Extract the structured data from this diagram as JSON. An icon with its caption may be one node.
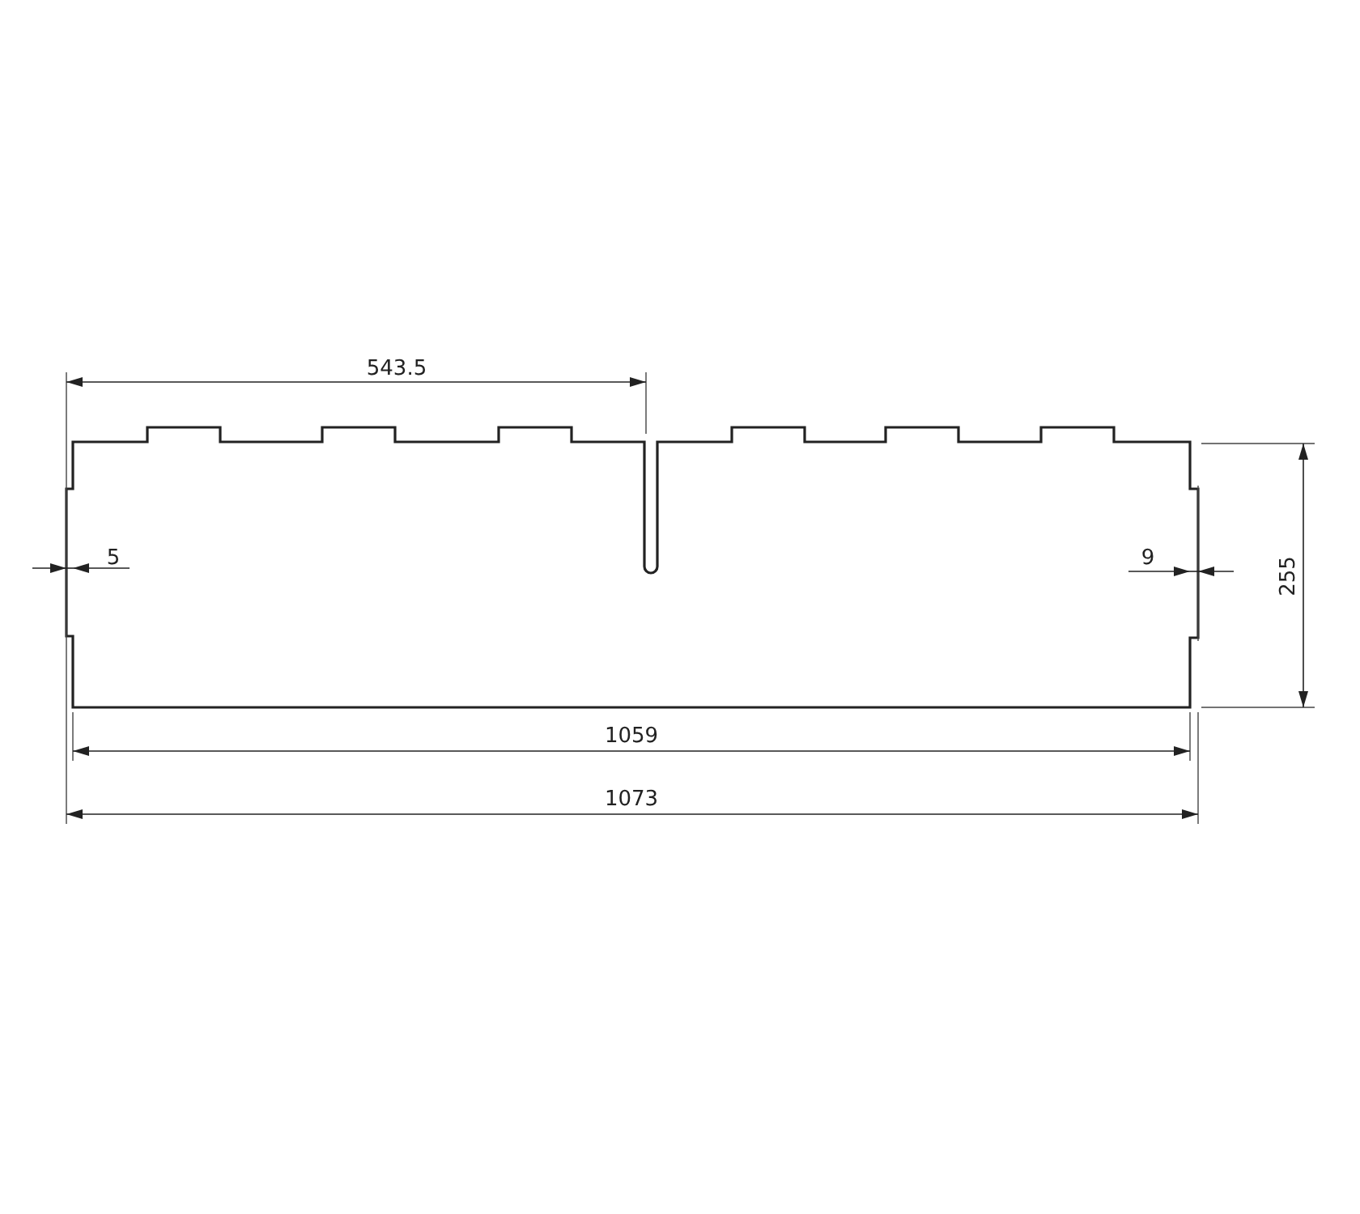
{
  "diagram": {
    "labels": [
      "543.5",
      "5",
      "9",
      "255",
      "1059",
      "1073"
    ]
  }
}
